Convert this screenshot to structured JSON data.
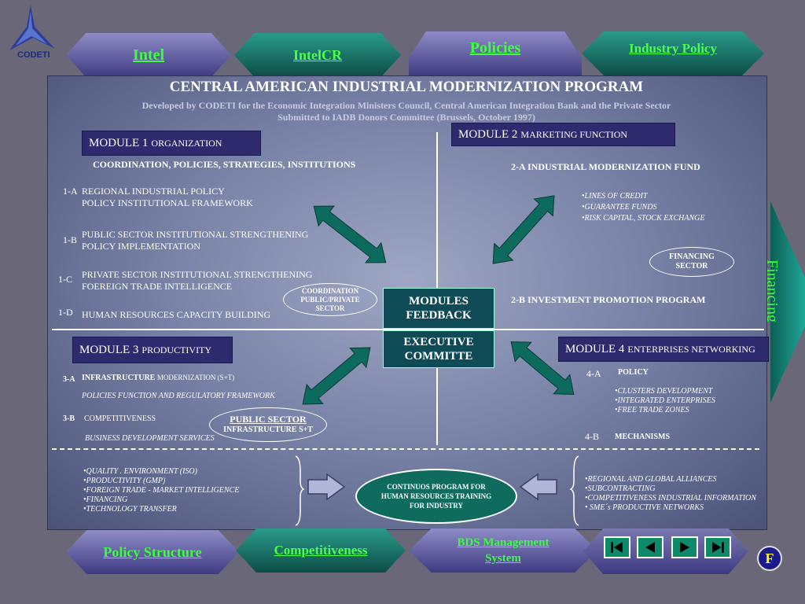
{
  "logo": {
    "text": "CODETI"
  },
  "tabs": {
    "intel": "Intel",
    "intelcr": "IntelCR",
    "policies": "Policies",
    "industry_policy": "Industry Policy",
    "policy_structure": "Policy  Structure",
    "competitiveness": "Competitiveness",
    "bds_line1": "BDS Management",
    "bds_line2": "System",
    "financing": "Financing"
  },
  "header": {
    "title": "CENTRAL AMERICAN INDUSTRIAL MODERNIZATION PROGRAM",
    "subtitle1": "Developed by CODETI for the Economic Integration Ministers Council, Central American Integration Bank and the Private Sector",
    "subtitle2": "Submitted to IADB Donors Committee (Brussels, October 1997)"
  },
  "module1": {
    "name": "MODULE 1",
    "sub": "ORGANIZATION",
    "heading": "COORDINATION, POLICIES, STRATEGIES, INSTITUTIONS",
    "items": [
      {
        "code": "1-A",
        "line1": "REGIONAL INDUSTRIAL POLICY",
        "line2": "POLICY INSTITUTIONAL FRAMEWORK"
      },
      {
        "code": "1-B",
        "line1": "PUBLIC SECTOR INSTITUTIONAL STRENGTHENING",
        "line2": "POLICY IMPLEMENTATION"
      },
      {
        "code": "1-C",
        "line1": "PRIVATE SECTOR INSTITUTIONAL STRENGTHENING",
        "line2": "FOEREIGN TRADE INTELLIGENCE"
      },
      {
        "code": "1-D",
        "line1": "HUMAN RESOURCES CAPACITY BUILDING",
        "line2": ""
      }
    ]
  },
  "module2": {
    "name": "MODULE 2",
    "sub": "MARKETING FUNCTION",
    "a_title": "2-A  INDUSTRIAL MODERNIZATION  FUND",
    "a_bullets": [
      "•LINES OF CREDIT",
      "•GUARANTEE FUNDS",
      "•RISK CAPITAL, STOCK EXCHANGE"
    ],
    "b_title": "2-B   INVESTMENT PROMOTION  PROGRAM"
  },
  "module3": {
    "name": "MODULE 3",
    "sub": "PRODUCTIVITY",
    "a_code": "3-A",
    "a_title": "INFRASTRUCTURE",
    "a_title_small": "MODERNIZATION (S+T)",
    "a_italic": "POLICIES FUNCTION AND REGULATORY FRAMEWORK",
    "b_code": "3-B",
    "b_title": "COMPETITIVENESS",
    "b_italic": "BUSINESS DEVELOPMENT SERVICES"
  },
  "module4": {
    "name": "MODULE 4",
    "sub": "ENTERPRISES NETWORKING",
    "a_code": "4-A",
    "a_title": "POLICY",
    "a_bullets": [
      "•CLUSTERS DEVELOPMENT",
      "•INTEGRATED ENTERPRISES",
      "•FREE TRADE ZONES"
    ],
    "b_code": "4-B",
    "b_title": "MECHANISMS"
  },
  "ellipses": {
    "coordination": [
      "COORDINATION",
      "PUBLIC/PRIVATE",
      "SECTOR"
    ],
    "financing": [
      "FINANCING",
      "SECTOR"
    ],
    "public_sector_1": "PUBLIC SECTOR",
    "public_sector_2": "INFRASTRUCTURE  S+T"
  },
  "center": {
    "feedback_1": "MODULES",
    "feedback_2": "FEEDBACK",
    "exec_1": "EXECUTIVE",
    "exec_2": "COMMITTE"
  },
  "bottom": {
    "left_list": [
      "•QUALITY .  ENVIRONMENT (ISO)",
      "•PRODUCTIVITY (GMP)",
      "•FOREIGN  TRADE - MARKET INTELLIGENCE",
      "•FINANCING",
      "•TECHNOLOGY TRANSFER"
    ],
    "right_list": [
      "•REGIONAL AND GLOBAL ALLIANCES",
      "•SUBCONTRACTING",
      "•COMPETITIVENESS INDUSTRIAL INFORMATION",
      "• SME´s PRODUCTIVE NETWORKS"
    ],
    "program": [
      "CONTINUOS  PROGRAM  FOR",
      "HUMAN RESOURCES TRAINING",
      "FOR INDUSTRY"
    ]
  },
  "nav": {
    "f_label": "F"
  },
  "colors": {
    "link_green": "#3cff3c",
    "teal": "#0e8a6a",
    "module_box": "#2d2a6e"
  }
}
